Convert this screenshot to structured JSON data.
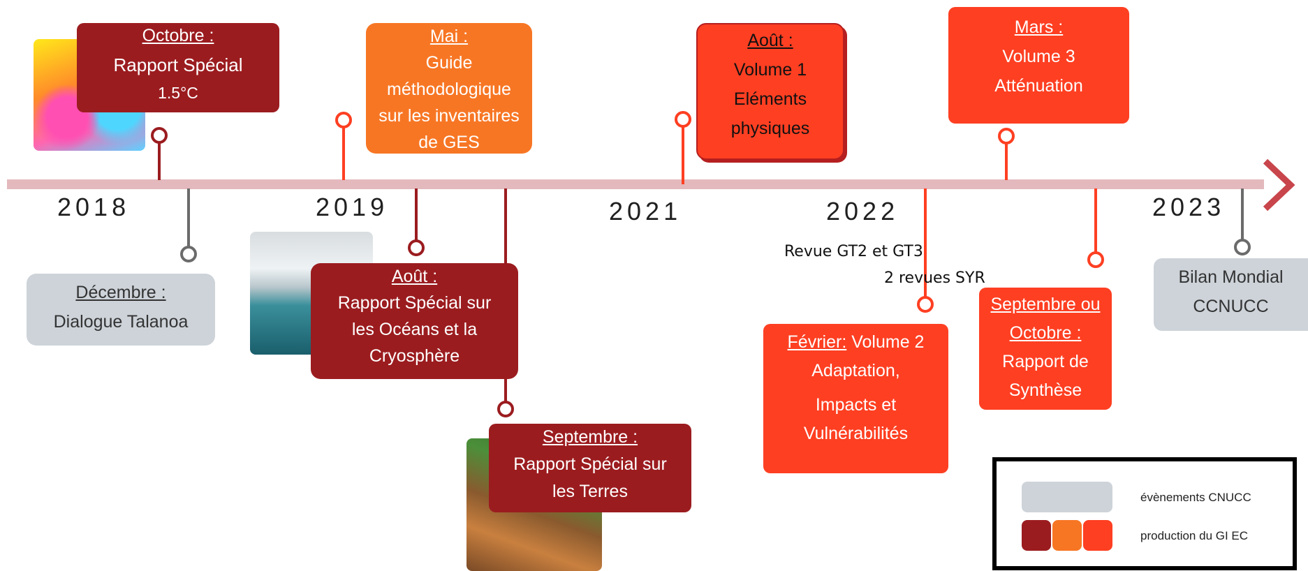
{
  "years": [
    "2018",
    "2019",
    "2021",
    "2022",
    "2023"
  ],
  "events": {
    "oct2018": {
      "month": "Octobre :",
      "lines": [
        "Rapport Spécial",
        "1.5°C"
      ]
    },
    "dec2018": {
      "month": "Décembre :",
      "lines": [
        "Dialogue Talanoa"
      ]
    },
    "mai2019": {
      "month": "Mai :",
      "lines": [
        "Guide",
        "méthodologique",
        "sur les inventaires",
        "de GES"
      ]
    },
    "aout2019": {
      "month": "Août :",
      "lines": [
        "Rapport Spécial sur",
        "les Océans et la",
        "Cryosphère"
      ]
    },
    "sept2019": {
      "month": "Septembre :",
      "lines": [
        "Rapport Spécial sur",
        "les Terres"
      ]
    },
    "aout2021": {
      "month": "Août :",
      "lines": [
        "Volume 1",
        "Eléments",
        "physiques"
      ]
    },
    "fev2022": {
      "month": "Février:",
      "first_line": " Volume 2",
      "lines": [
        "Adaptation,",
        "Impacts et",
        "Vulnérabilités"
      ]
    },
    "mars2022": {
      "month": "Mars :",
      "lines": [
        "Volume 3",
        "Atténuation"
      ]
    },
    "sept2022": {
      "month": "Septembre ou",
      "month2": "Octobre :",
      "lines": [
        "Rapport de",
        "Synthèse"
      ]
    },
    "bilan2023": {
      "lines": [
        "Bilan Mondial",
        "CCNUCC"
      ]
    }
  },
  "notes": {
    "revue": "Revue GT2 et GT3",
    "syr": "2 revues SYR"
  },
  "legend": {
    "cnucc": "évènements CNUCC",
    "giec": "production du GI EC"
  },
  "colors": {
    "axis": "#e3b9bd",
    "dark_red": "#9b1c1f",
    "orange": "#f77624",
    "red": "#fe3f22",
    "grey": "#cdd3d9",
    "grey_stem": "#6b6b6b"
  }
}
